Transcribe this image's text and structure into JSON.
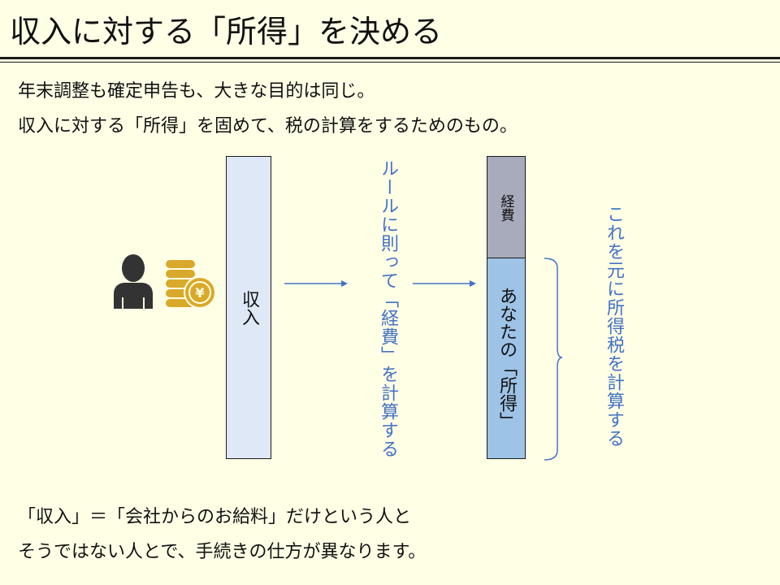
{
  "slide": {
    "title": "収入に対する「所得」を決める",
    "intro_line1": "年末調整も確定申告も、大きな目的は同じ。",
    "intro_line2": "収入に対する「所得」を固めて、税の計算をするためのもの。"
  },
  "diagram": {
    "income_label": "収入",
    "rule_text": "ルールに則って「経費」を計算する",
    "expenses_label": "経費",
    "your_income_label": "あなたの「所得」",
    "tax_text": "これを元に所得税を計算する",
    "icons": [
      "person-icon",
      "yen-coins-icon"
    ],
    "colors": {
      "background": "#ffffe6",
      "income_box": "#dee8f6",
      "expenses_box": "#a7abbb",
      "your_income_box": "#9dc3e6",
      "accent_text": "#4472c4",
      "coin_gold": "#d9a92b"
    }
  },
  "footer": {
    "line1": "「収入」＝「会社からのお給料」だけという人と",
    "line2": "そうではない人とで、手続きの仕方が異なります。"
  }
}
